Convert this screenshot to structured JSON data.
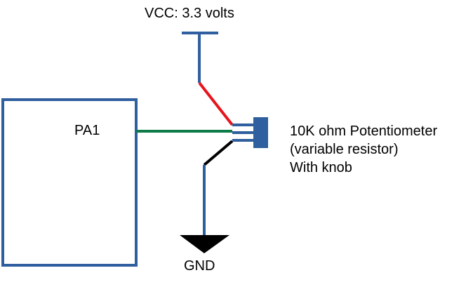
{
  "labels": {
    "vcc": "VCC: 3.3 volts",
    "pin": "PA1",
    "gnd": "GND",
    "potentiometer": [
      "10K ohm Potentiometer",
      "(variable resistor)",
      "With knob"
    ]
  },
  "colors": {
    "outline": "#2f5f9e",
    "signal_wire": "#0e7a4a",
    "vcc_wire": "#e8141c",
    "gnd_wire": "#000000",
    "gnd_symbol": "#000000",
    "text": "#000000"
  }
}
